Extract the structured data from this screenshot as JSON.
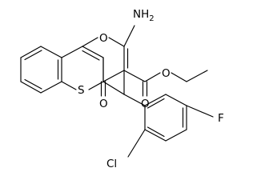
{
  "molecule": {
    "atoms": [
      {
        "id": "NH2",
        "label": "NH",
        "sub": "2"
      },
      {
        "id": "O_ring",
        "label": "O"
      },
      {
        "id": "O_ester_sp3",
        "label": "O"
      },
      {
        "id": "O_ester_carbonyl",
        "label": "O"
      },
      {
        "id": "S",
        "label": "S"
      },
      {
        "id": "O_thio_carbonyl",
        "label": "O"
      },
      {
        "id": "F",
        "label": "F"
      },
      {
        "id": "Cl",
        "label": "Cl"
      }
    ]
  }
}
